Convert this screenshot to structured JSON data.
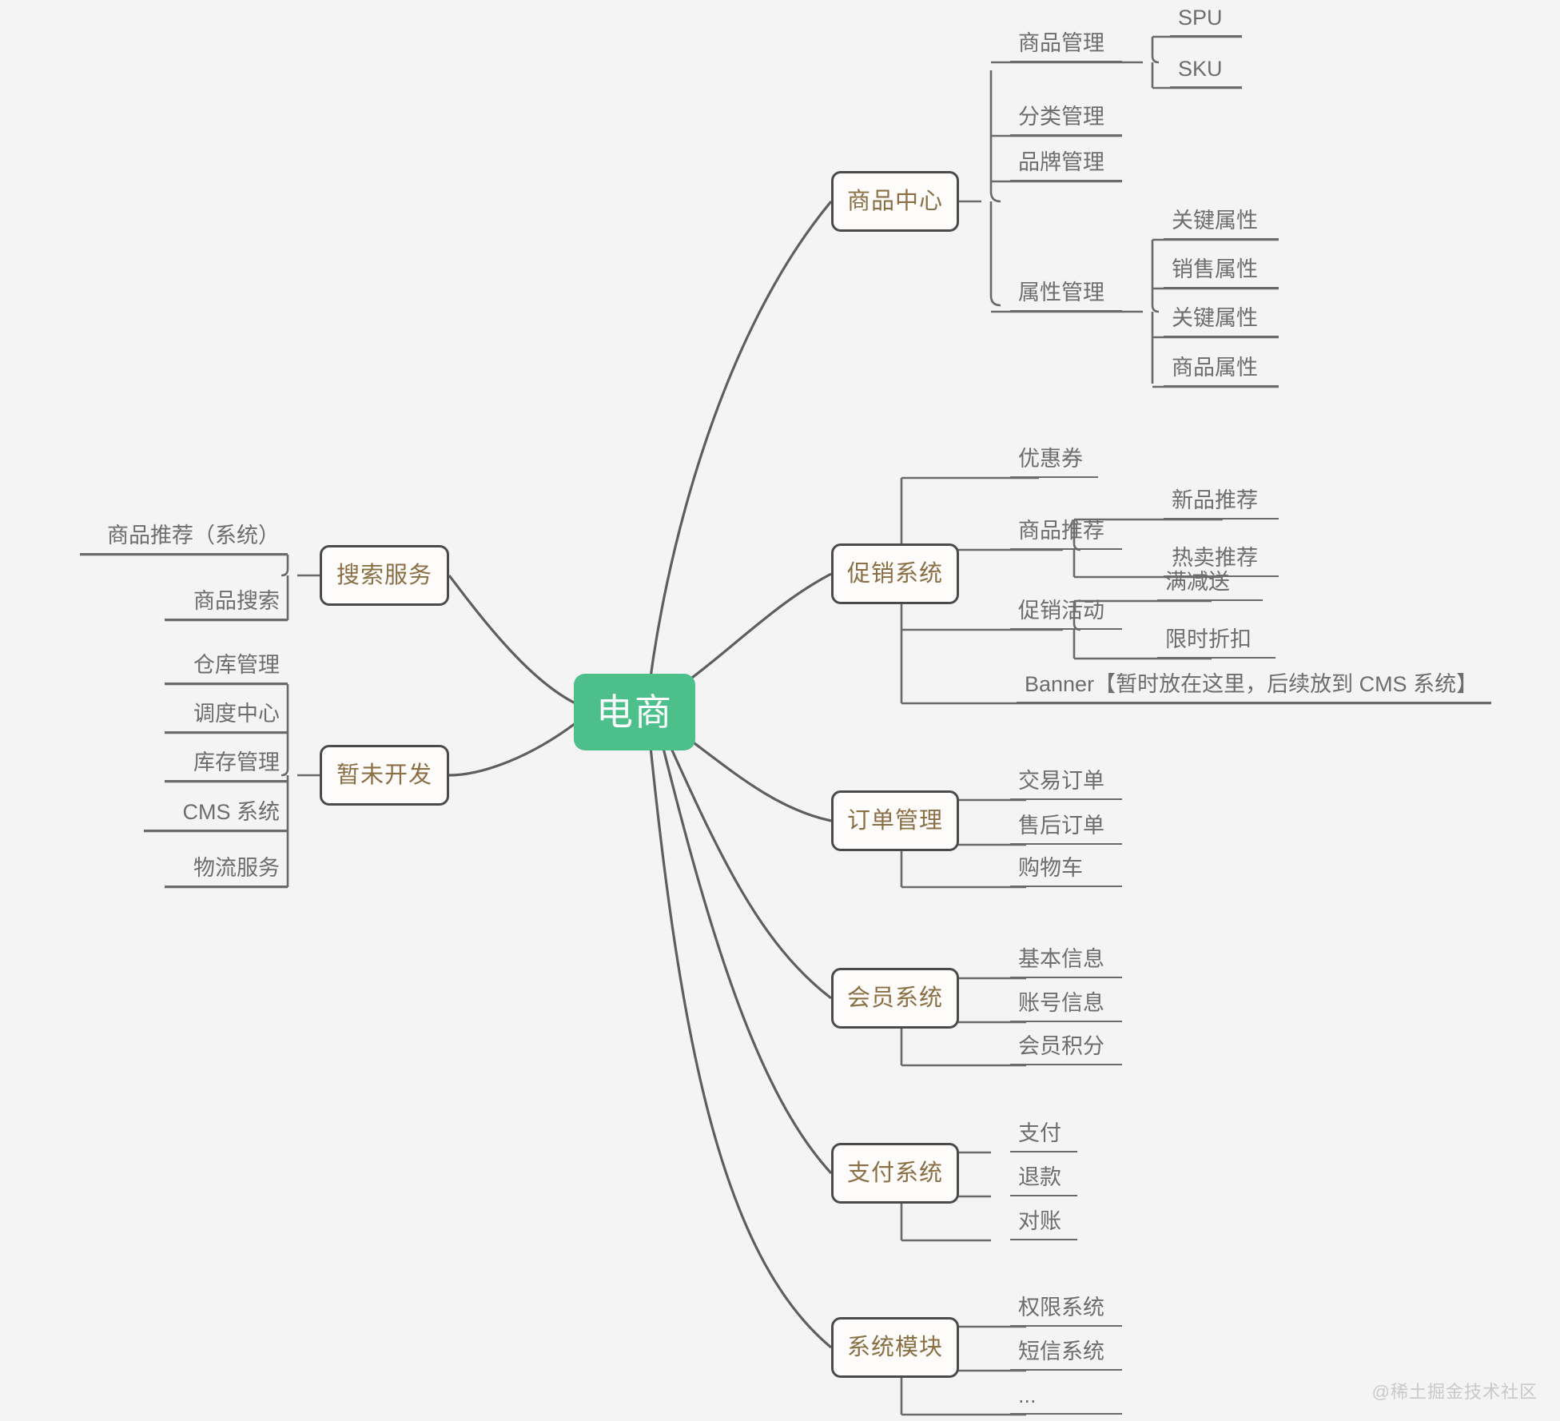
{
  "diagram": {
    "type": "mindmap",
    "title": "电商",
    "watermark": "@稀土掘金技术社区",
    "colors": {
      "background": "#f4f4f4",
      "root_fill": "#4cbf8b",
      "root_text": "#ffffff",
      "branch_fill": "#fdfcfa",
      "branch_border": "#4a4a4a",
      "branch_text": "#8a6f45",
      "leaf_text": "#6d6d6d",
      "connector": "#5e5e5e",
      "watermark_text": "#c9c9c9"
    }
  },
  "root": {
    "label": "电商"
  },
  "branches": {
    "product_center": {
      "label": "商品中心",
      "children": [
        {
          "label": "商品管理",
          "children": [
            {
              "label": "SPU"
            },
            {
              "label": "SKU"
            }
          ]
        },
        {
          "label": "分类管理"
        },
        {
          "label": "品牌管理"
        },
        {
          "label": "属性管理",
          "children": [
            {
              "label": "关键属性"
            },
            {
              "label": "销售属性"
            },
            {
              "label": "关键属性"
            },
            {
              "label": "商品属性"
            }
          ]
        }
      ]
    },
    "promotion_system": {
      "label": "促销系统",
      "children": [
        {
          "label": "优惠券"
        },
        {
          "label": "商品推荐",
          "children": [
            {
              "label": "新品推荐"
            },
            {
              "label": "热卖推荐"
            }
          ]
        },
        {
          "label": "促销活动",
          "children": [
            {
              "label": "满减送"
            },
            {
              "label": "限时折扣"
            }
          ]
        },
        {
          "label": "Banner【暂时放在这里，后续放到 CMS  系统】"
        }
      ]
    },
    "order_management": {
      "label": "订单管理",
      "children": [
        {
          "label": "交易订单"
        },
        {
          "label": "售后订单"
        },
        {
          "label": "购物车"
        }
      ]
    },
    "member_system": {
      "label": "会员系统",
      "children": [
        {
          "label": "基本信息"
        },
        {
          "label": "账号信息"
        },
        {
          "label": "会员积分"
        }
      ]
    },
    "payment_system": {
      "label": "支付系统",
      "children": [
        {
          "label": "支付"
        },
        {
          "label": "退款"
        },
        {
          "label": "对账"
        }
      ]
    },
    "system_module": {
      "label": "系统模块",
      "children": [
        {
          "label": "权限系统"
        },
        {
          "label": "短信系统"
        },
        {
          "label": "..."
        }
      ]
    },
    "search_service": {
      "label": "搜索服务",
      "children": [
        {
          "label": "商品推荐（系统）"
        },
        {
          "label": "商品搜索"
        }
      ]
    },
    "not_developed": {
      "label": "暂未开发",
      "children": [
        {
          "label": "仓库管理"
        },
        {
          "label": "调度中心"
        },
        {
          "label": "库存管理"
        },
        {
          "label": "CMS 系统"
        },
        {
          "label": "物流服务"
        }
      ]
    }
  }
}
